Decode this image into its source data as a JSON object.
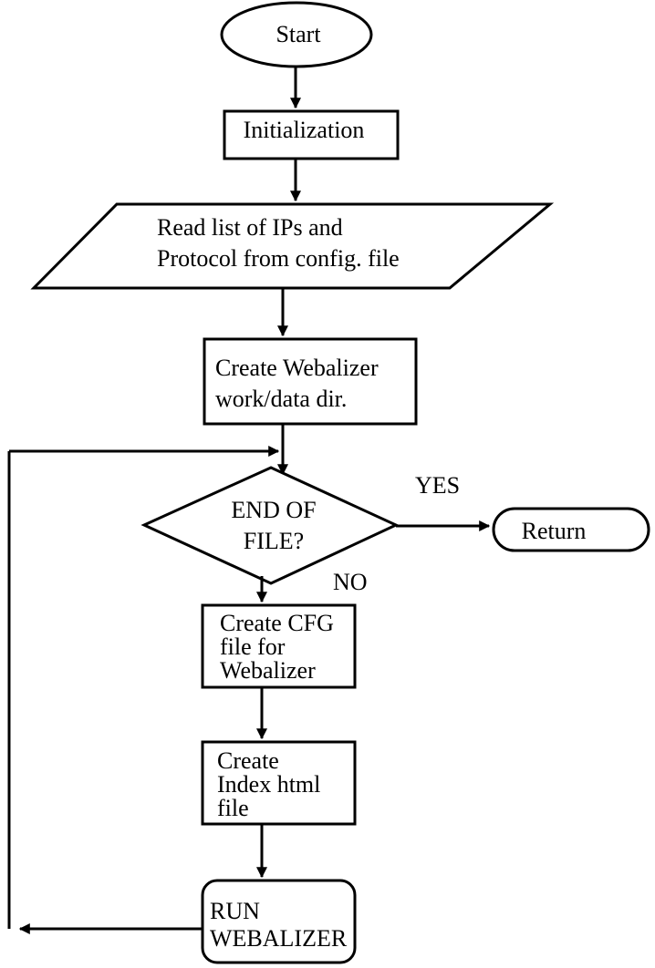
{
  "diagram": {
    "type": "flowchart",
    "nodes": {
      "start": "Start",
      "init": "Initialization",
      "read_line1": "Read list of IPs and",
      "read_line2": "Protocol from config. file",
      "create_dir_line1": "Create Webalizer",
      "create_dir_line2": "work/data dir.",
      "decision_line1": "END OF",
      "decision_line2": "FILE?",
      "return": "Return",
      "cfg_line1": "Create CFG",
      "cfg_line2": "file for",
      "cfg_line3": "Webalizer",
      "index_line1": "Create",
      "index_line2": "Index html",
      "index_line3": "file",
      "run_line1": "RUN",
      "run_line2": "WEBALIZER"
    },
    "edge_labels": {
      "yes": "YES",
      "no": "NO"
    }
  }
}
